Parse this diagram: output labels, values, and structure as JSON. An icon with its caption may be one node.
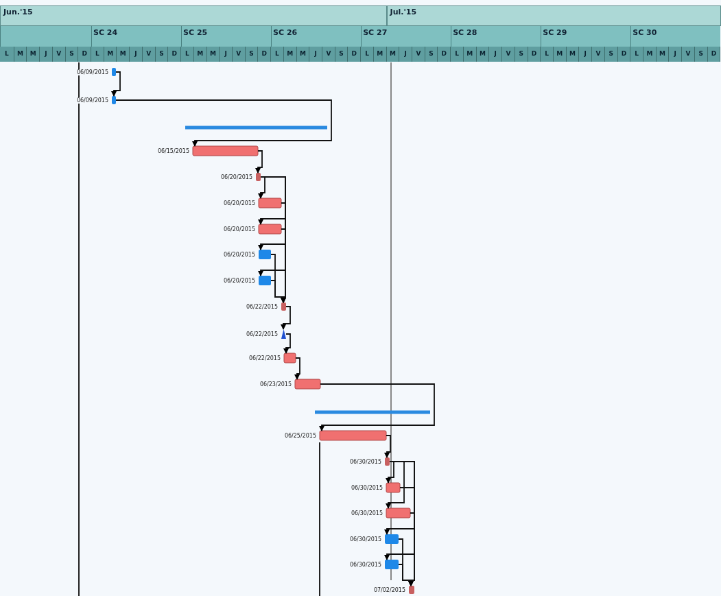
{
  "diagram": {
    "nodes": [
      {
        "text": [],
        "shape": "bar",
        "beside": [
          "06/09/2015"
        ]
      },
      {
        "text": [],
        "shape": "bar",
        "beside": [
          "06/09/2015"
        ]
      },
      {
        "text": [],
        "shape": "bar"
      },
      {
        "text": [],
        "shape": "bar",
        "beside": [
          "06/15/2015"
        ]
      },
      {
        "text": [],
        "shape": "bar",
        "beside": [
          "06/20/2015"
        ]
      },
      {
        "text": [],
        "shape": "bar",
        "beside": [
          "06/20/2015"
        ]
      },
      {
        "text": [],
        "shape": "bar",
        "beside": [
          "06/20/2015"
        ]
      },
      {
        "text": [],
        "shape": "bar",
        "beside": [
          "06/20/2015"
        ]
      },
      {
        "text": [],
        "shape": "bar",
        "beside": [
          "06/20/2015"
        ]
      },
      {
        "text": [],
        "shape": "bar",
        "beside": [
          "06/22/2015"
        ]
      },
      {
        "text": [],
        "shape": "triangle",
        "beside": [
          "06/22/2015"
        ]
      },
      {
        "text": [],
        "shape": "bar",
        "beside": [
          "06/22/2015"
        ]
      },
      {
        "text": [],
        "shape": "bar",
        "beside": [
          "06/23/2015"
        ]
      },
      {
        "text": [],
        "shape": "bar"
      },
      {
        "text": [],
        "shape": "bar",
        "beside": [
          "06/25/2015"
        ]
      },
      {
        "text": [],
        "shape": "bar",
        "beside": [
          "06/30/2015"
        ]
      },
      {
        "text": [],
        "shape": "bar",
        "beside": [
          "06/30/2015"
        ]
      },
      {
        "text": [],
        "shape": "bar",
        "beside": [
          "06/30/2015"
        ]
      },
      {
        "text": [],
        "shape": "bar",
        "beside": [
          "06/30/2015"
        ]
      },
      {
        "text": [],
        "shape": "bar",
        "beside": [
          "06/30/2015"
        ]
      },
      {
        "text": [],
        "shape": "bar",
        "beside": [
          "07/02/2015"
        ]
      }
    ],
    "edges": [
      {
        "from": 0,
        "to": 1,
        "arrow": "to"
      },
      {
        "from": 1,
        "to": 3,
        "arrow": "to"
      },
      {
        "from": 3,
        "to": 4,
        "arrow": "to"
      },
      {
        "from": 4,
        "to": 5,
        "arrow": "to"
      },
      {
        "from": 4,
        "to": 6,
        "arrow": "to"
      },
      {
        "from": 4,
        "to": 7,
        "arrow": "to"
      },
      {
        "from": 4,
        "to": 8,
        "arrow": "to"
      },
      {
        "from": 5,
        "to": 9,
        "arrow": "to"
      },
      {
        "from": 6,
        "to": 9,
        "arrow": "to"
      },
      {
        "from": 7,
        "to": 9,
        "arrow": "to"
      },
      {
        "from": 8,
        "to": 9,
        "arrow": "to"
      },
      {
        "from": 9,
        "to": 10,
        "arrow": "to"
      },
      {
        "from": 10,
        "to": 11,
        "arrow": "to"
      },
      {
        "from": 11,
        "to": 12,
        "arrow": "to"
      },
      {
        "from": 12,
        "to": 14,
        "arrow": "to"
      },
      {
        "from": 14,
        "to": 15,
        "arrow": "to"
      },
      {
        "from": 15,
        "to": 16,
        "arrow": "to"
      },
      {
        "from": 15,
        "to": 17,
        "arrow": "to"
      },
      {
        "from": 15,
        "to": 18,
        "arrow": "to"
      },
      {
        "from": 15,
        "to": 19,
        "arrow": "to"
      },
      {
        "from": 16,
        "to": 20,
        "arrow": "to"
      },
      {
        "from": 17,
        "to": 20,
        "arrow": "to"
      },
      {
        "from": 18,
        "to": 20,
        "arrow": "to"
      },
      {
        "from": 19,
        "to": 20,
        "arrow": "to"
      }
    ],
    "labels": [
      "Jun.'15",
      "Jul.'15",
      "SC 24",
      "SC 25",
      "SC 26",
      "SC 27",
      "SC 28",
      "SC 29",
      "SC 30",
      "L",
      "M",
      "M",
      "J",
      "V",
      "S",
      "D",
      "L",
      "M",
      "M",
      "J",
      "V",
      "S",
      "D",
      "L",
      "M",
      "M",
      "J",
      "V",
      "S",
      "D",
      "L",
      "M",
      "M",
      "J",
      "V",
      "S",
      "D",
      "L",
      "M",
      "M",
      "J",
      "V",
      "S",
      "D",
      "L",
      "M",
      "M",
      "J",
      "V",
      "S",
      "D",
      "L",
      "M",
      "M",
      "J",
      "V",
      "S",
      "D",
      "L",
      "M",
      "M",
      "J",
      "V",
      "S",
      "D"
    ]
  }
}
